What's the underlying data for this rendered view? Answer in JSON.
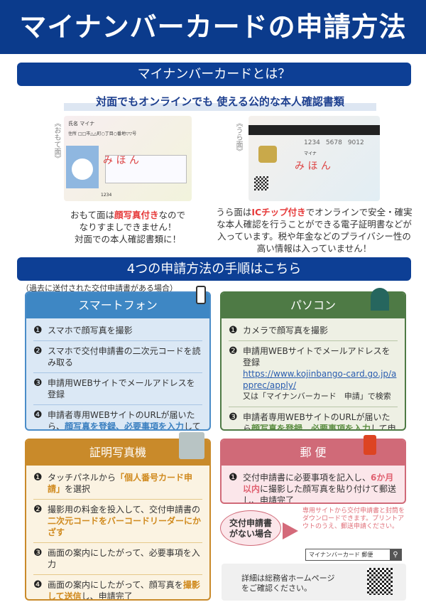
{
  "title": "マイナンバーカードの申請方法",
  "about": {
    "heading": "マイナンバーカードとは？",
    "subtitle": "対面でもオンラインでも 使える公的な本人確認書類",
    "front": {
      "side_label": "《おもて面》",
      "name_label": "氏名",
      "name": "マイナ",
      "address_label": "住所",
      "address": "□□市△△町○丁目○番地▽▽号",
      "watermark": "み ほ ん",
      "number": "1234",
      "caption": [
        "おもて面は",
        "顔写真付き",
        "なので",
        "なりすましできません！",
        "対面での本人確認書類に！"
      ]
    },
    "back": {
      "side_label": "《うら面》",
      "digits": [
        "1234",
        "5678",
        "9012"
      ],
      "name": "マイナ",
      "watermark": "み ほ ん",
      "caption": [
        "うら面は",
        "ICチップ付き",
        "でオンラインで安全・確実な本人確認を行うことができる電子証明書などが入っています。税や年金などのプライバシー性の高い情報は入っていません！"
      ]
    }
  },
  "methods": {
    "heading": "4つの申請方法の手順はこちら",
    "note": "（過去に送付された交付申請書がある場合）",
    "smartphone": {
      "title": "スマートフォン",
      "steps": [
        {
          "num": "❶",
          "parts": [
            "スマホで顔写真を撮影"
          ]
        },
        {
          "num": "❷",
          "parts": [
            "スマホで交付申請書の二次元コードを読み取る"
          ]
        },
        {
          "num": "❸",
          "parts": [
            "申請用WEBサイトでメールアドレスを登録"
          ]
        },
        {
          "num": "❹",
          "parts": [
            "申請者専用WEBサイトのURLが届いたら、",
            "顔写真を登録、必要事項を入力",
            "して申請完了"
          ]
        }
      ]
    },
    "pc": {
      "title": "パソコン",
      "steps": [
        {
          "num": "❶",
          "parts": [
            "カメラで顔写真を撮影"
          ]
        },
        {
          "num": "❷",
          "parts": [
            "申請用WEBサイトでメールアドレスを登録"
          ],
          "url": "https://www.kojinbango-card.go.jp/apprec/apply/",
          "extra": "又は「マイナンバーカード　申請」で検索"
        },
        {
          "num": "❸",
          "parts": [
            "申請者専用WEBサイトのURLが届いたら",
            "顔写真を登録、必要事項を入力",
            "して申請完了"
          ]
        }
      ]
    },
    "photo_booth": {
      "title": "証明写真機",
      "steps": [
        {
          "num": "❶",
          "parts": [
            "タッチパネルから",
            "「個人番号カード申請」",
            "を選択"
          ]
        },
        {
          "num": "❷",
          "parts": [
            "撮影用の料金を投入して、交付申請書の",
            "二次元コードをバーコードリーダーにかざす",
            ""
          ]
        },
        {
          "num": "❸",
          "parts": [
            "画面の案内にしたがって、必要事項を入力"
          ]
        },
        {
          "num": "❹",
          "parts": [
            "画面の案内にしたがって、顔写真を",
            "撮影して送信",
            "し、申請完了"
          ]
        }
      ]
    },
    "mail": {
      "title": "郵 便",
      "steps": [
        {
          "num": "❶",
          "parts": [
            "交付申請書に必要事項を記入し、",
            "6か月以内",
            "に撮影した顔写真を貼り付けて郵送し、申請完了"
          ]
        }
      ]
    },
    "no_form": {
      "label": "交付申請書がない場合",
      "text": "専用サイトから交付申請書と封筒をダウンロードできます。プリントアウトのうえ、郵送申請ください。",
      "search_query": "マイナンバーカード 郵便"
    },
    "details": "詳細は総務省ホームページをご確認ください。"
  },
  "colors": {
    "navy": "#0b3b8c",
    "smartphone": "#3e87c4",
    "pc": "#4e7a45",
    "booth": "#c98a2a",
    "mail": "#d06a78"
  }
}
